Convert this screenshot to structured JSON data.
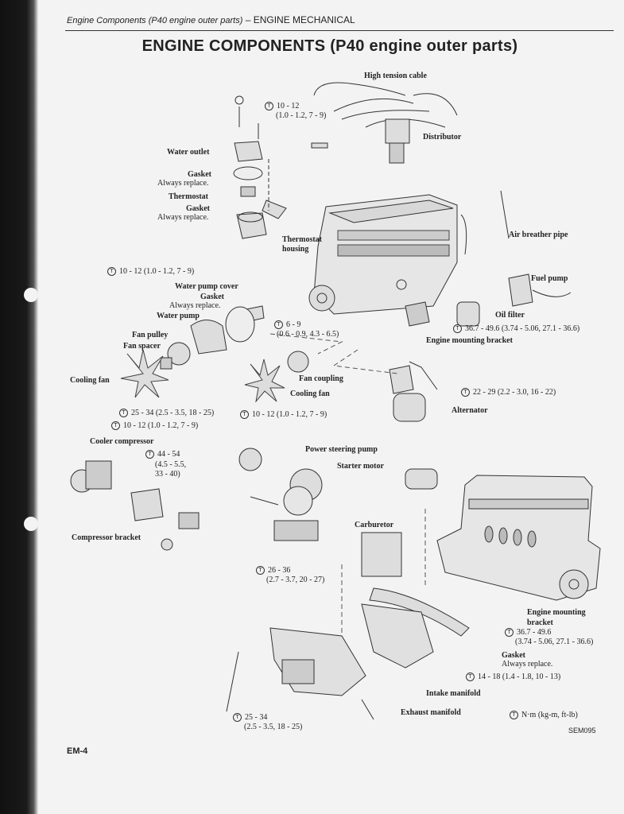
{
  "header": {
    "section": "Engine Components (P40 engine outer parts)",
    "chapter": "– ENGINE MECHANICAL"
  },
  "title": "ENGINE COMPONENTS (P40 engine outer parts)",
  "labels": {
    "high_tension_cable": "High tension cable",
    "distributor": "Distributor",
    "torque_top_a": "10 - 12",
    "torque_top_b": "(1.0 - 1.2, 7 - 9)",
    "water_outlet": "Water outlet",
    "gasket1": "Gasket",
    "gasket1_note": "Always replace.",
    "thermostat": "Thermostat",
    "gasket2": "Gasket",
    "gasket2_note": "Always replace.",
    "thermostat_housing_a": "Thermostat",
    "thermostat_housing_b": "housing",
    "air_breather_pipe": "Air breather pipe",
    "fuel_pump": "Fuel pump",
    "torque_housing": "10 - 12 (1.0 - 1.2, 7 - 9)",
    "water_pump_cover": "Water pump cover",
    "gasket3": "Gasket",
    "gasket3_note": "Always replace.",
    "water_pump": "Water pump",
    "oil_filter": "Oil filter",
    "torque_cover_a": "6 - 9",
    "torque_cover_b": "(0.6 - 0.9, 4.3 - 6.5)",
    "torque_mount1": "36.7 - 49.6 (3.74 - 5.06, 27.1 - 36.6)",
    "fan_pulley": "Fan pulley",
    "fan_spacer": "Fan spacer",
    "engine_mounting_bracket1": "Engine mounting  bracket",
    "fan_coupling": "Fan coupling",
    "cooling_fan1": "Cooling fan",
    "cooling_fan2": "Cooling fan",
    "torque_alt": "22 - 29 (2.2 - 3.0, 16 - 22)",
    "alternator": "Alternator",
    "torque_fan1": "25 - 34 (2.5 - 3.5, 18 - 25)",
    "torque_fan2": "10 - 12 (1.0 - 1.2, 7 - 9)",
    "torque_fan3": "10 - 12 (1.0 - 1.2, 7 - 9)",
    "cooler_compressor": "Cooler compressor",
    "torque_comp_a": "44 - 54",
    "torque_comp_b": "(4.5 - 5.5,",
    "torque_comp_c": "33 - 40)",
    "power_steering_pump": "Power steering pump",
    "starter_motor": "Starter motor",
    "compressor_bracket": "Compressor bracket",
    "carburetor": "Carburetor",
    "torque_ps_a": "26 - 36",
    "torque_ps_b": "(2.7 - 3.7, 20 - 27)",
    "engine_mounting_bracket2_a": "Engine mounting",
    "engine_mounting_bracket2_b": "bracket",
    "torque_mount2_a": "36.7 - 49.6",
    "torque_mount2_b": "(3.74 - 5.06, 27.1 - 36.6)",
    "gasket4": "Gasket",
    "gasket4_note": "Always replace.",
    "torque_manifold": "14 - 18 (1.4 - 1.8, 10 - 13)",
    "intake_manifold": "Intake manifold",
    "exhaust_manifold": "Exhaust manifold",
    "torque_exhaust_a": "25 - 34",
    "torque_exhaust_b": "(2.5 - 3.5, 18 - 25)",
    "legend": "N·m (kg-m, ft-lb)"
  },
  "figure_code": "SEM095",
  "page_number": "EM-4"
}
